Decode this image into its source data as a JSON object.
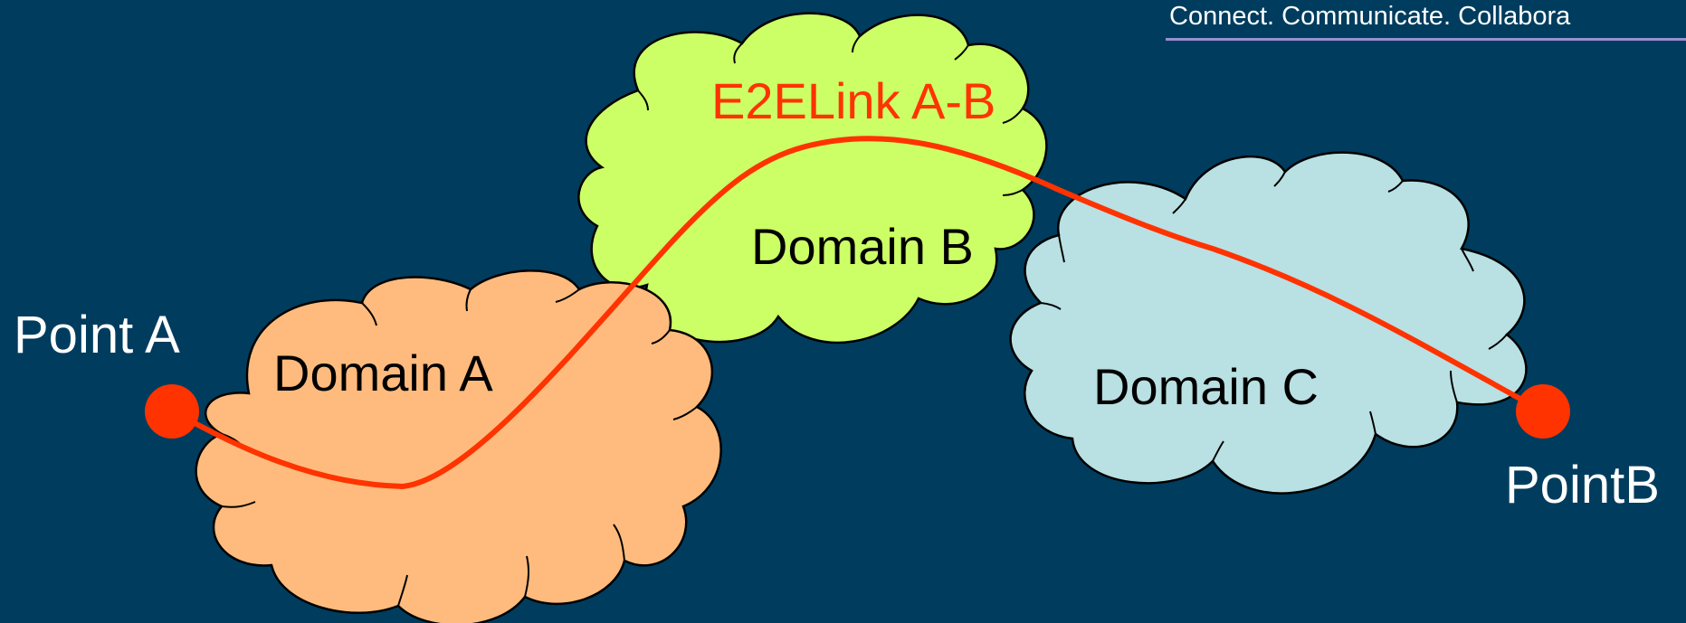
{
  "header": {
    "tagline": "Connect. Communicate. Collabora"
  },
  "diagram": {
    "link_label": "E2ELink A-B",
    "domains": [
      {
        "id": "a",
        "label": "Domain A",
        "fill": "#FFBB7D"
      },
      {
        "id": "b",
        "label": "Domain B",
        "fill": "#CCFF66"
      },
      {
        "id": "c",
        "label": "Domain C",
        "fill": "#B9E0E3"
      }
    ],
    "endpoints": [
      {
        "id": "a",
        "label": "Point A"
      },
      {
        "id": "b",
        "label": "PointB"
      }
    ]
  },
  "colors": {
    "background": "#003C5E",
    "link": "#FF3300",
    "cloud_outline": "#000000",
    "text": "#000000",
    "endpoint_text": "#FFFFFF"
  }
}
